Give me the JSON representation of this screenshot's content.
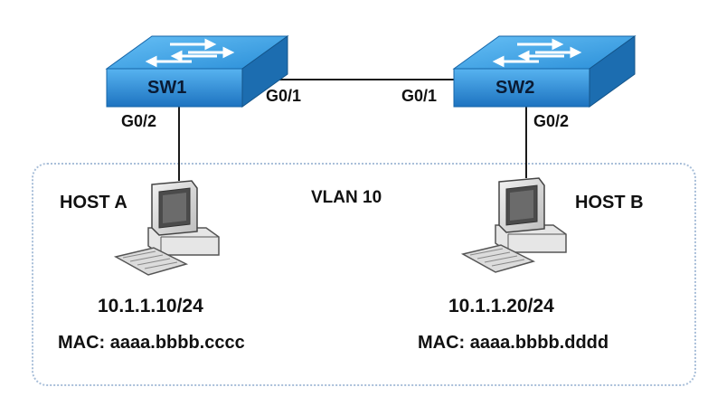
{
  "switches": [
    {
      "id": "sw1",
      "name": "SW1",
      "uplink_port": "G0/1",
      "host_port": "G0/2"
    },
    {
      "id": "sw2",
      "name": "SW2",
      "uplink_port": "G0/1",
      "host_port": "G0/2"
    }
  ],
  "vlan": {
    "label": "VLAN 10"
  },
  "hosts": [
    {
      "id": "host-a",
      "name": "HOST A",
      "ip": "10.1.1.10/24",
      "mac": "MAC: aaaa.bbbb.cccc"
    },
    {
      "id": "host-b",
      "name": "HOST B",
      "ip": "10.1.1.20/24",
      "mac": "MAC: aaaa.bbbb.dddd"
    }
  ],
  "colors": {
    "switch_front": "#2f8fd6",
    "switch_top": "#3aa0e6",
    "switch_side": "#1c6db0",
    "vlan_border": "#a9bfd9",
    "link": "#1a1a1a"
  }
}
